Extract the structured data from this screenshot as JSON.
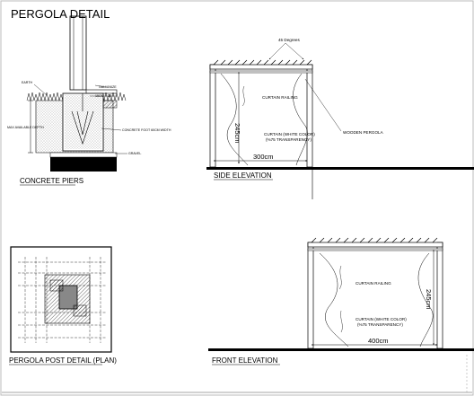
{
  "title": "PERGOLA DETAIL",
  "piers": {
    "caption": "CONCRETE PIERS",
    "earth": "EARTH",
    "galvanize": "GALVANIZE",
    "dim_15cm": "15CM",
    "dim_20": "20",
    "max_depth": "MAX AVAILABLE DEPTH",
    "concrete_foot": "CONCRETE FOOT  60CM WIDTH",
    "gravel": "GRAVEL"
  },
  "side": {
    "caption": "SIDE ELEVATION",
    "angle": "45 Degrees",
    "railing": "CURTAIN RAILING",
    "curtain_line1": "CURTAIN (WHITE COLOR)",
    "curtain_line2": "(%75 TRANSPARENCY)",
    "height": "245cm",
    "width": "300cm",
    "pergola": "WOODEN PERGOLA"
  },
  "plan": {
    "caption": "PERGOLA POST DETAIL (PLAN)"
  },
  "front": {
    "caption": "FRONT ELEVATION",
    "railing": "CURTAIN RAILING",
    "curtain_line1": "CURTAIN (WHITE COLOR)",
    "curtain_line2": "(%75 TRANSPARENCY)",
    "height": "245cm",
    "width": "400cm"
  }
}
